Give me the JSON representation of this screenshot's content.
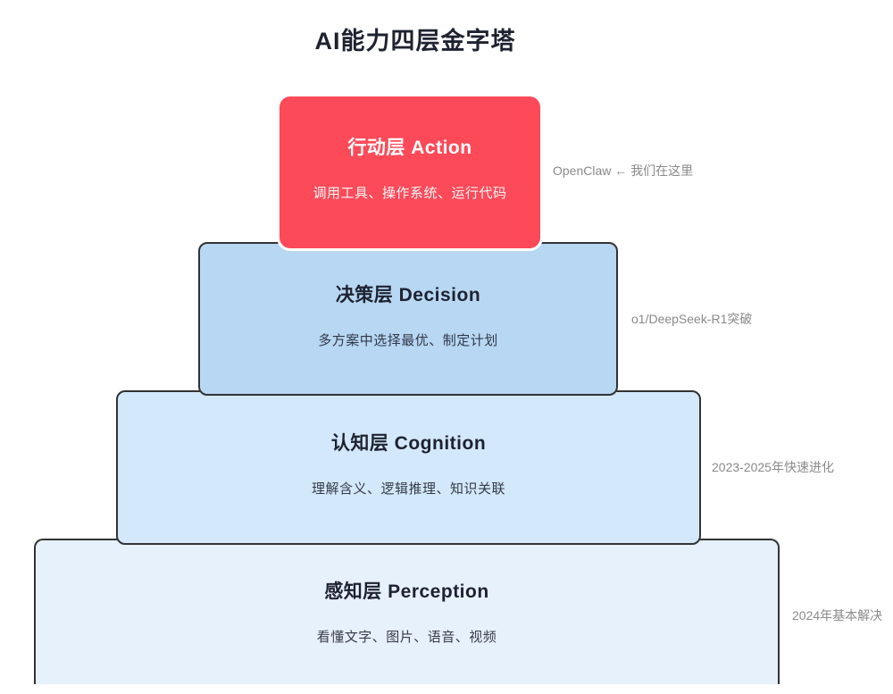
{
  "title": "AI能力四层金字塔",
  "pyramid": {
    "layers": [
      {
        "heading": "行动层 Action",
        "description": "调用工具、操作系统、运行代码",
        "side_note": "OpenClaw ← 我们在这里",
        "fill": "#fc4a59",
        "text_color": "#ffffff"
      },
      {
        "heading": "决策层 Decision",
        "description": "多方案中选择最优、制定计划",
        "side_note": "o1/DeepSeek-R1突破",
        "fill": "#b7d7f3",
        "text_color": "#1e2230"
      },
      {
        "heading": "认知层 Cognition",
        "description": "理解含义、逻辑推理、知识关联",
        "side_note": "2023-2025年快速进化",
        "fill": "#d3e8fa",
        "text_color": "#1e2230"
      },
      {
        "heading": "感知层 Perception",
        "description": "看懂文字、图片、语音、视频",
        "side_note": "2024年基本解决",
        "fill": "#e7f1fb",
        "text_color": "#1e2230"
      }
    ]
  },
  "colors": {
    "background": "#ffffff",
    "title_text": "#1e2230",
    "layer_border": "#333333",
    "side_note_text": "#8a8a8a",
    "action_red": "#fc4a59",
    "decision_blue": "#b7d7f3",
    "cognition_blue": "#d3e8fa",
    "perception_blue": "#e7f1fb"
  }
}
